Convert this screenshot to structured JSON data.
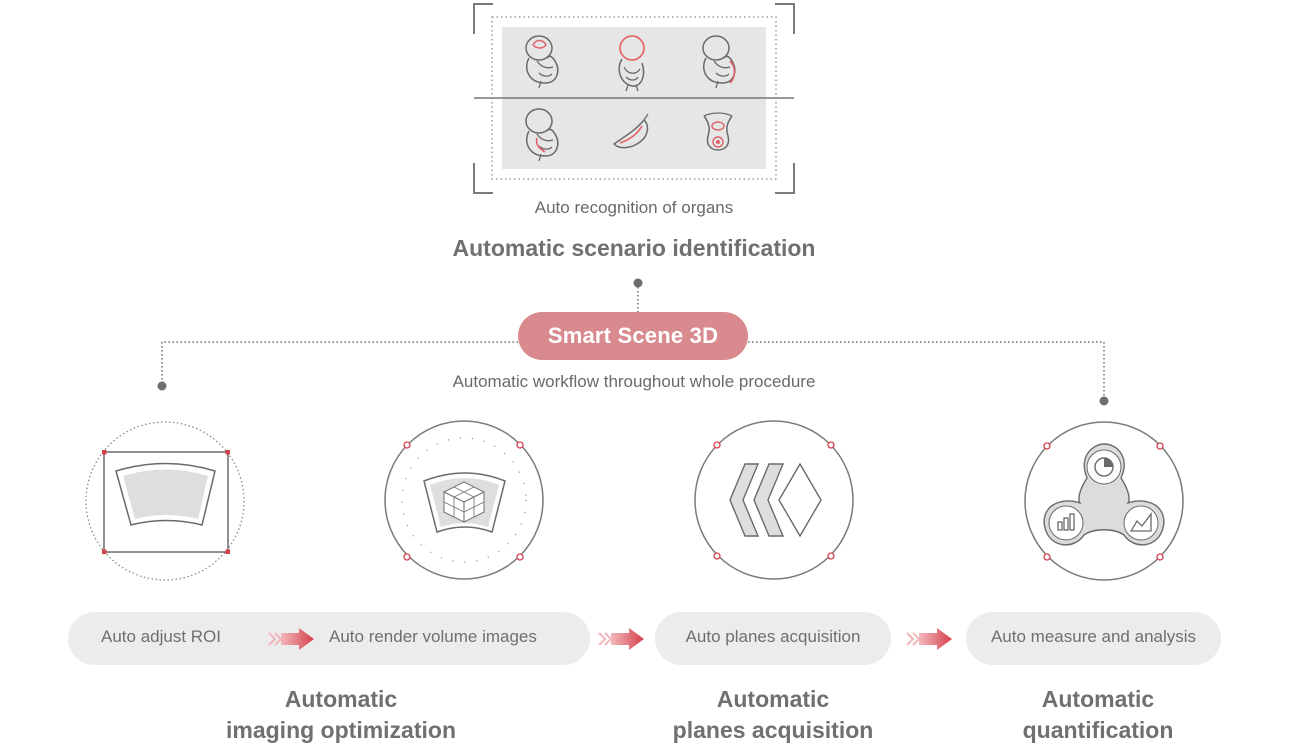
{
  "top": {
    "caption": "Auto recognition of organs",
    "title": "Automatic scenario identification"
  },
  "center": {
    "label": "Smart Scene 3D",
    "subtitle": "Automatic workflow throughout whole procedure"
  },
  "steps": {
    "roi": "Auto adjust ROI",
    "render": "Auto render volume images",
    "planes": "Auto planes acquisition",
    "measure": "Auto measure and analysis"
  },
  "groups": [
    {
      "line1": "Automatic",
      "line2": "imaging optimization"
    },
    {
      "line1": "Automatic",
      "line2": "planes acquisition"
    },
    {
      "line1": "Automatic",
      "line2": "quantification"
    }
  ],
  "colors": {
    "accent": "#d98a8f",
    "arrow": "#d6404a",
    "organ_accent": "#e06068",
    "panel": "#e6e6e6",
    "pill": "#ececec",
    "text": "#6d6d6d"
  }
}
